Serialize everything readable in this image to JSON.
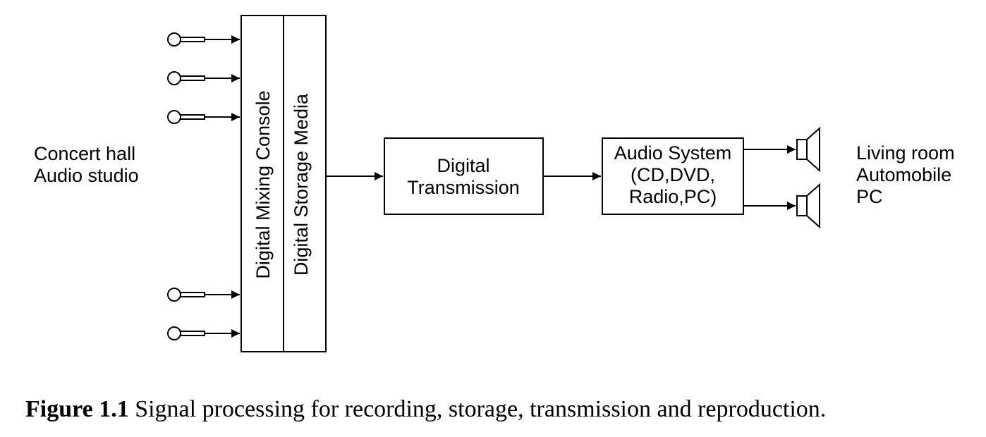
{
  "source": {
    "line1": "Concert hall",
    "line2": "Audio studio"
  },
  "console": {
    "label": "Digital Mixing Console"
  },
  "storage": {
    "label": "Digital Storage Media"
  },
  "transmission": {
    "line1": "Digital",
    "line2": "Transmission"
  },
  "audio_system": {
    "line1": "Audio System",
    "line2": "(CD,DVD,",
    "line3": "Radio,PC)"
  },
  "destination": {
    "line1": "Living room",
    "line2": "Automobile",
    "line3": "PC"
  },
  "caption": {
    "number": "Figure 1.1",
    "text": "Signal processing for recording, storage, transmission and reproduction."
  }
}
